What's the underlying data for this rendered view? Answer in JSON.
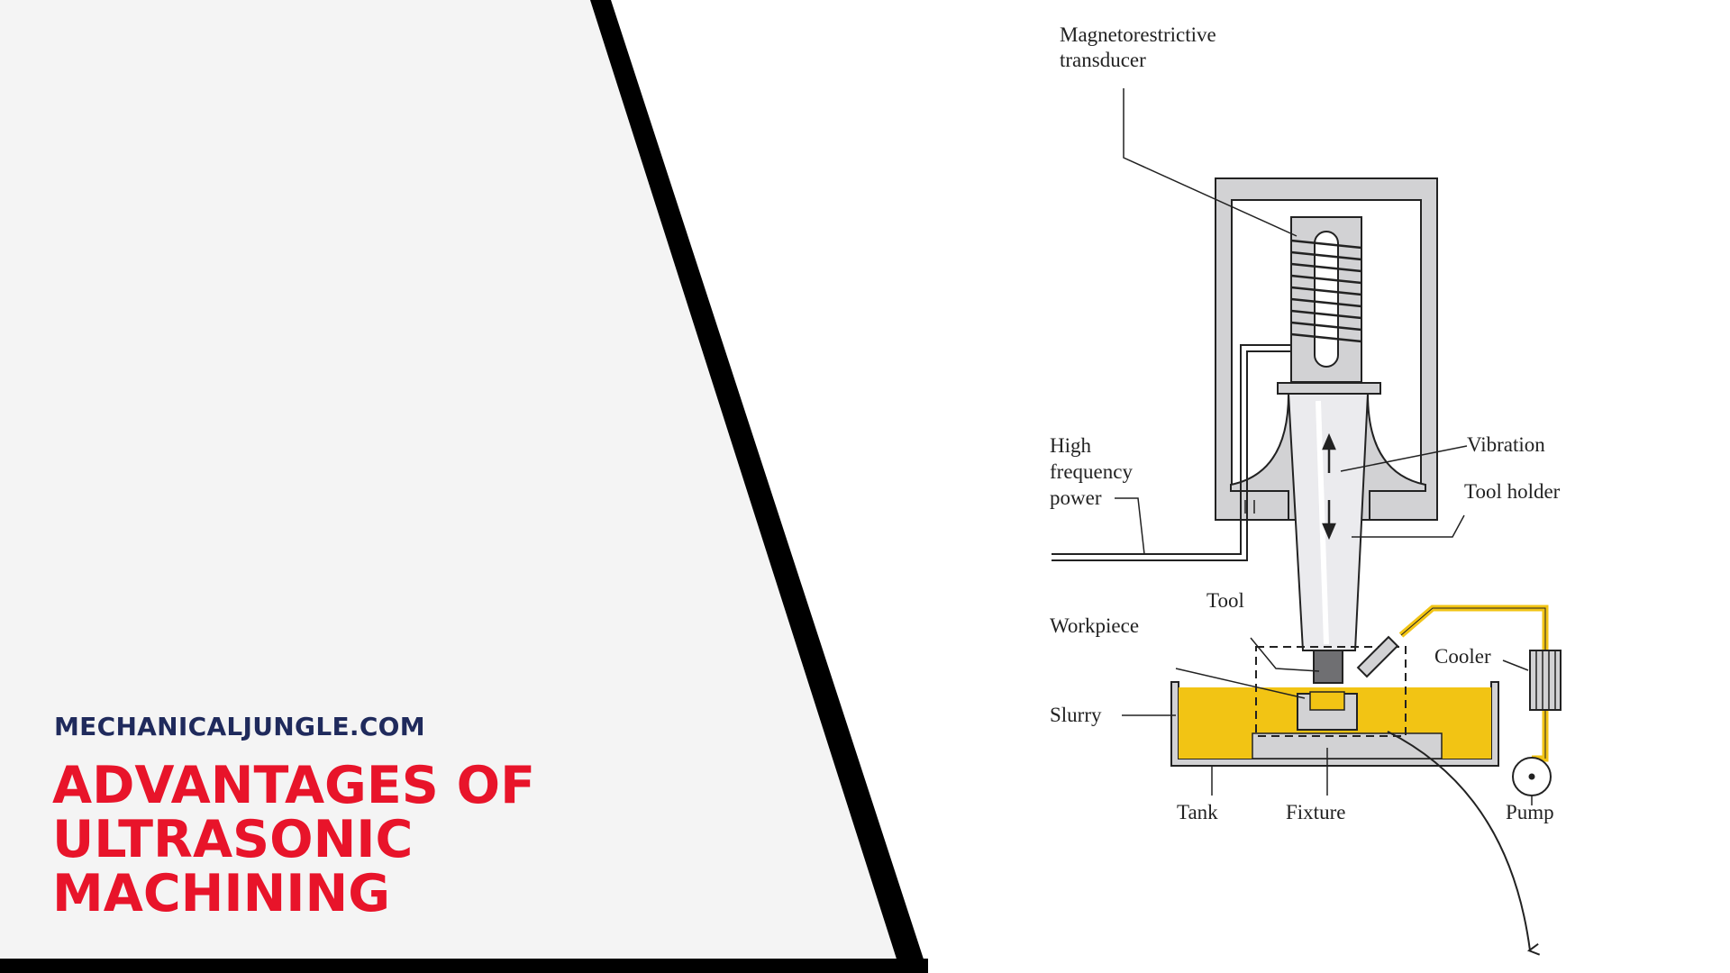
{
  "site": "MECHANICALJUNGLE.COM",
  "title_lines": [
    "ADVANTAGES OF",
    "ULTRASONIC",
    "MACHINING"
  ],
  "diagram": {
    "labels": {
      "transducer_line1": "Magnetorestrictive",
      "transducer_line2": "transducer",
      "power_line1": "High",
      "power_line2": "frequency",
      "power_line3": "power",
      "vibration": "Vibration",
      "tool_holder": "Tool holder",
      "tool": "Tool",
      "workpiece": "Workpiece",
      "cooler": "Cooler",
      "slurry": "Slurry",
      "tank": "Tank",
      "fixture": "Fixture",
      "pump": "Pump"
    }
  },
  "colors": {
    "left_panel": "#f4f4f4",
    "divider": "#000000",
    "site_text": "#1f2a5c",
    "title_text": "#e8142a",
    "slurry": "#f2c414",
    "structure": "#d2d2d4"
  }
}
